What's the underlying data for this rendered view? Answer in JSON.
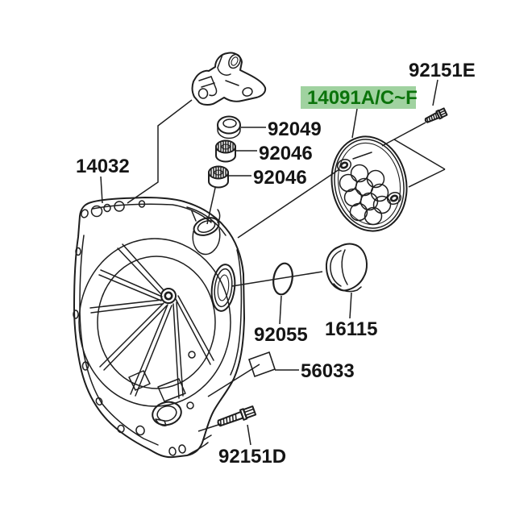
{
  "diagram": {
    "kind": "motorcycle-engine-clutch-cover-parts-exploded-diagram",
    "labels": {
      "cover": "14032",
      "seal": "92049",
      "bearing_upper": "92046",
      "bearing_lower": "92046",
      "plate_highlighted": "14091A/C~F",
      "screw_plate": "92151E",
      "oring": "92055",
      "cap": "16115",
      "sticker": "56033",
      "bolt_cover": "92151D"
    },
    "highlight": {
      "bg": "#a0d2a0",
      "fg": "#0b730b"
    },
    "colors": {
      "background": "#ffffff",
      "line": "#1e1e1e",
      "label_text": "#151515"
    }
  }
}
